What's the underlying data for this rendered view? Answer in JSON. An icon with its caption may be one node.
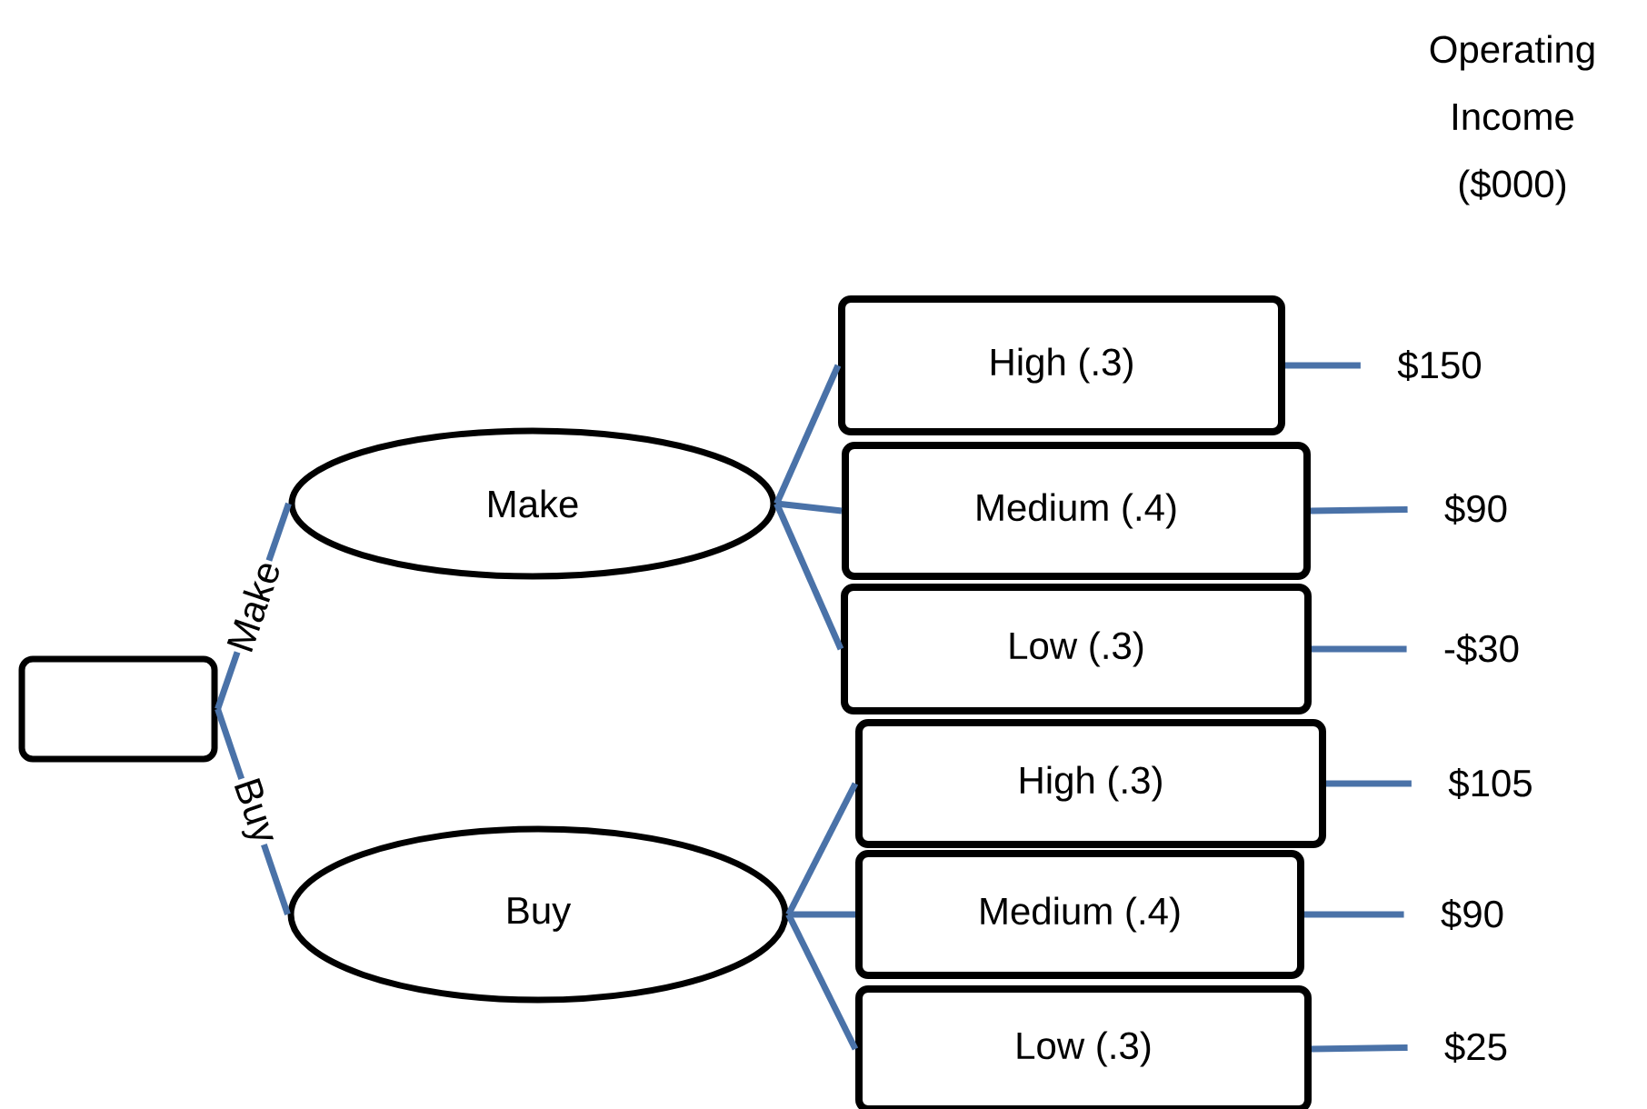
{
  "diagram": {
    "nodes": [
      {
        "text": [],
        "shape": "box"
      },
      {
        "text": [
          "Make"
        ]
      },
      {
        "text": [
          "Buy"
        ]
      },
      {
        "text": [
          "High (.3)"
        ]
      },
      {
        "text": [
          "Medium (.4)"
        ]
      },
      {
        "text": [
          "Low (.3)"
        ]
      },
      {
        "text": [
          "High (.3)"
        ]
      },
      {
        "text": [
          "Medium (.4)"
        ]
      },
      {
        "text": [
          "Low (.3)"
        ]
      },
      {
        "text": [
          "$150"
        ]
      },
      {
        "text": [
          "$90"
        ]
      },
      {
        "text": [
          "-$30"
        ]
      },
      {
        "text": [
          "$105"
        ]
      },
      {
        "text": [
          "$90"
        ]
      },
      {
        "text": [
          "$25"
        ]
      }
    ],
    "edges": [
      {
        "from": 0,
        "to": 1,
        "arrow": "none",
        "label": "Make"
      },
      {
        "from": 0,
        "to": 2,
        "arrow": "none",
        "label": "Buy"
      },
      {
        "from": 1,
        "to": 3,
        "arrow": "none"
      },
      {
        "from": 1,
        "to": 4,
        "arrow": "none"
      },
      {
        "from": 1,
        "to": 5,
        "arrow": "none"
      },
      {
        "from": 2,
        "to": 6,
        "arrow": "none"
      },
      {
        "from": 2,
        "to": 7,
        "arrow": "none"
      },
      {
        "from": 2,
        "to": 8,
        "arrow": "none"
      },
      {
        "from": 3,
        "to": 9,
        "arrow": "none"
      },
      {
        "from": 4,
        "to": 10,
        "arrow": "none"
      },
      {
        "from": 5,
        "to": 11,
        "arrow": "none"
      },
      {
        "from": 6,
        "to": 12,
        "arrow": "none"
      },
      {
        "from": 7,
        "to": 13,
        "arrow": "none"
      },
      {
        "from": 8,
        "to": 14,
        "arrow": "none"
      }
    ],
    "labels": [
      "Operating Income ($000)"
    ]
  }
}
